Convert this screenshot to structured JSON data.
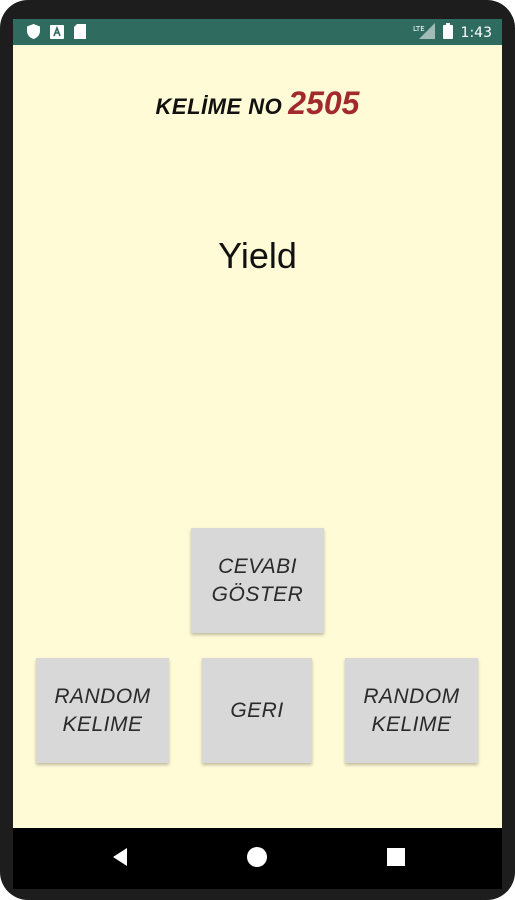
{
  "status_bar": {
    "time": "1:43",
    "network": "LTE",
    "icons": [
      "shield-icon",
      "a-box-icon",
      "sd-card-icon",
      "lte-signal-icon",
      "battery-icon"
    ],
    "background": "#2f6b5e"
  },
  "header": {
    "label": "KELİME NO",
    "number": "2505",
    "number_color": "#a22a2a"
  },
  "word": "Yield",
  "buttons": {
    "show_answer": "CEVABI\nGÖSTER",
    "random_left": "RANDOM\nKELIME",
    "back": "GERI",
    "random_right": "RANDOM\nKELIME"
  },
  "nav": {
    "icons": [
      "back-triangle-icon",
      "home-circle-icon",
      "recents-square-icon"
    ]
  },
  "colors": {
    "app_background": "#fffbd6",
    "button_background": "#d8d8d8"
  }
}
